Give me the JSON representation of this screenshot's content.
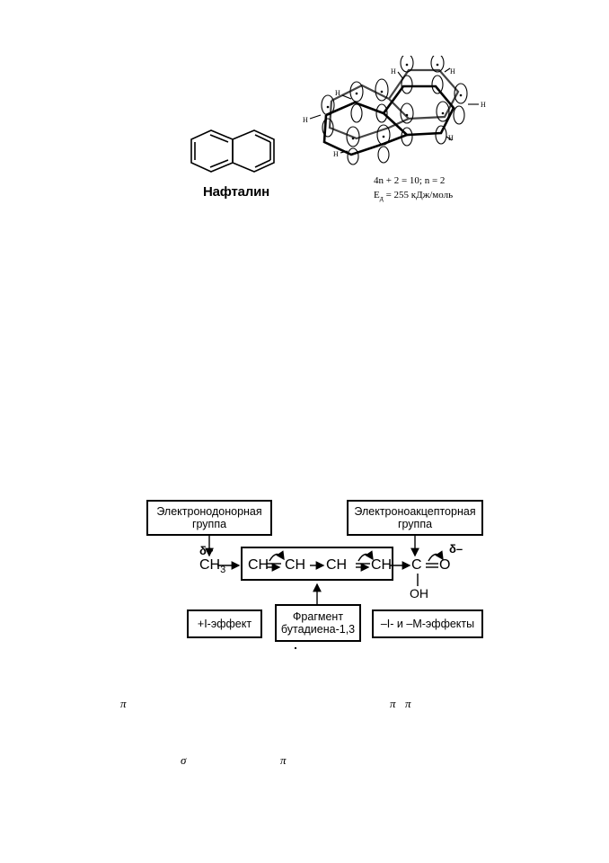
{
  "naphthalene": {
    "label": "Нафталин",
    "formula_line1": "4n + 2 = 10; n = 2",
    "energy_prefix": "E",
    "energy_sub": "д",
    "energy_rest": " = 255 кДж/моль",
    "h_label": "H"
  },
  "diagram": {
    "donor_box": "Электронодонорная группа",
    "acceptor_box": "Электроноакцепторная группа",
    "inductive_box": "+I-эффект",
    "butadiene_box": "Фрагмент бутадиена-1,3",
    "effects_box": "–I- и –M-эффекты",
    "delta_plus": "δ+",
    "delta_minus": "δ–",
    "ch3_main": "CH",
    "ch3_sub": "3",
    "ch": "CH",
    "carbon": "C",
    "oxygen": "O",
    "oh": "OH"
  },
  "symbols": {
    "pi": "π",
    "sigma": "σ"
  }
}
